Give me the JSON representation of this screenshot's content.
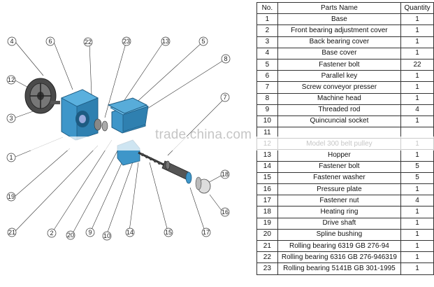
{
  "table": {
    "headers": {
      "no": "No.",
      "name": "Parts Name",
      "qty": "Quantity"
    },
    "rows": [
      {
        "no": "1",
        "name": "Base",
        "qty": "1"
      },
      {
        "no": "2",
        "name": "Front bearing adjustment cover",
        "qty": "1"
      },
      {
        "no": "3",
        "name": "Back bearing cover",
        "qty": "1"
      },
      {
        "no": "4",
        "name": "Base cover",
        "qty": "1"
      },
      {
        "no": "5",
        "name": "Fastener bolt",
        "qty": "22"
      },
      {
        "no": "6",
        "name": "Parallel key",
        "qty": "1"
      },
      {
        "no": "7",
        "name": "Screw conveyor presser",
        "qty": "1"
      },
      {
        "no": "8",
        "name": "Machine head",
        "qty": "1"
      },
      {
        "no": "9",
        "name": "Threaded rod",
        "qty": "4"
      },
      {
        "no": "10",
        "name": "Quincuncial socket",
        "qty": "1"
      },
      {
        "no": "11",
        "name": "",
        "qty": ""
      },
      {
        "no": "12",
        "name": "Model 300 belt pulley",
        "qty": "1"
      },
      {
        "no": "13",
        "name": "Hopper",
        "qty": "1"
      },
      {
        "no": "14",
        "name": "Fastener bolt",
        "qty": "5"
      },
      {
        "no": "15",
        "name": "Fastener washer",
        "qty": "5"
      },
      {
        "no": "16",
        "name": "Pressure plate",
        "qty": "1"
      },
      {
        "no": "17",
        "name": "Fastener nut",
        "qty": "4"
      },
      {
        "no": "18",
        "name": "Heating ring",
        "qty": "1"
      },
      {
        "no": "19",
        "name": "Drive shaft",
        "qty": "1"
      },
      {
        "no": "20",
        "name": "Spline bushing",
        "qty": "1"
      },
      {
        "no": "21",
        "name": "Rolling bearing 6319 GB 276-94",
        "qty": "1"
      },
      {
        "no": "22",
        "name": "Rolling bearing 6316 GB 276-946319",
        "qty": "1"
      },
      {
        "no": "23",
        "name": "Rolling bearing 5141B GB 301-1995",
        "qty": "1"
      }
    ]
  },
  "callouts": [
    "4",
    "6",
    "22",
    "23",
    "13",
    "5",
    "8",
    "12",
    "3",
    "7",
    "1",
    "19",
    "18",
    "16",
    "21",
    "2",
    "20",
    "9",
    "10",
    "14",
    "15",
    "17"
  ],
  "watermark": "trade.china.com",
  "colors": {
    "machine": "#3e96c9",
    "machine_dark": "#226e9e",
    "pulley": "#555555",
    "line": "#333333"
  }
}
